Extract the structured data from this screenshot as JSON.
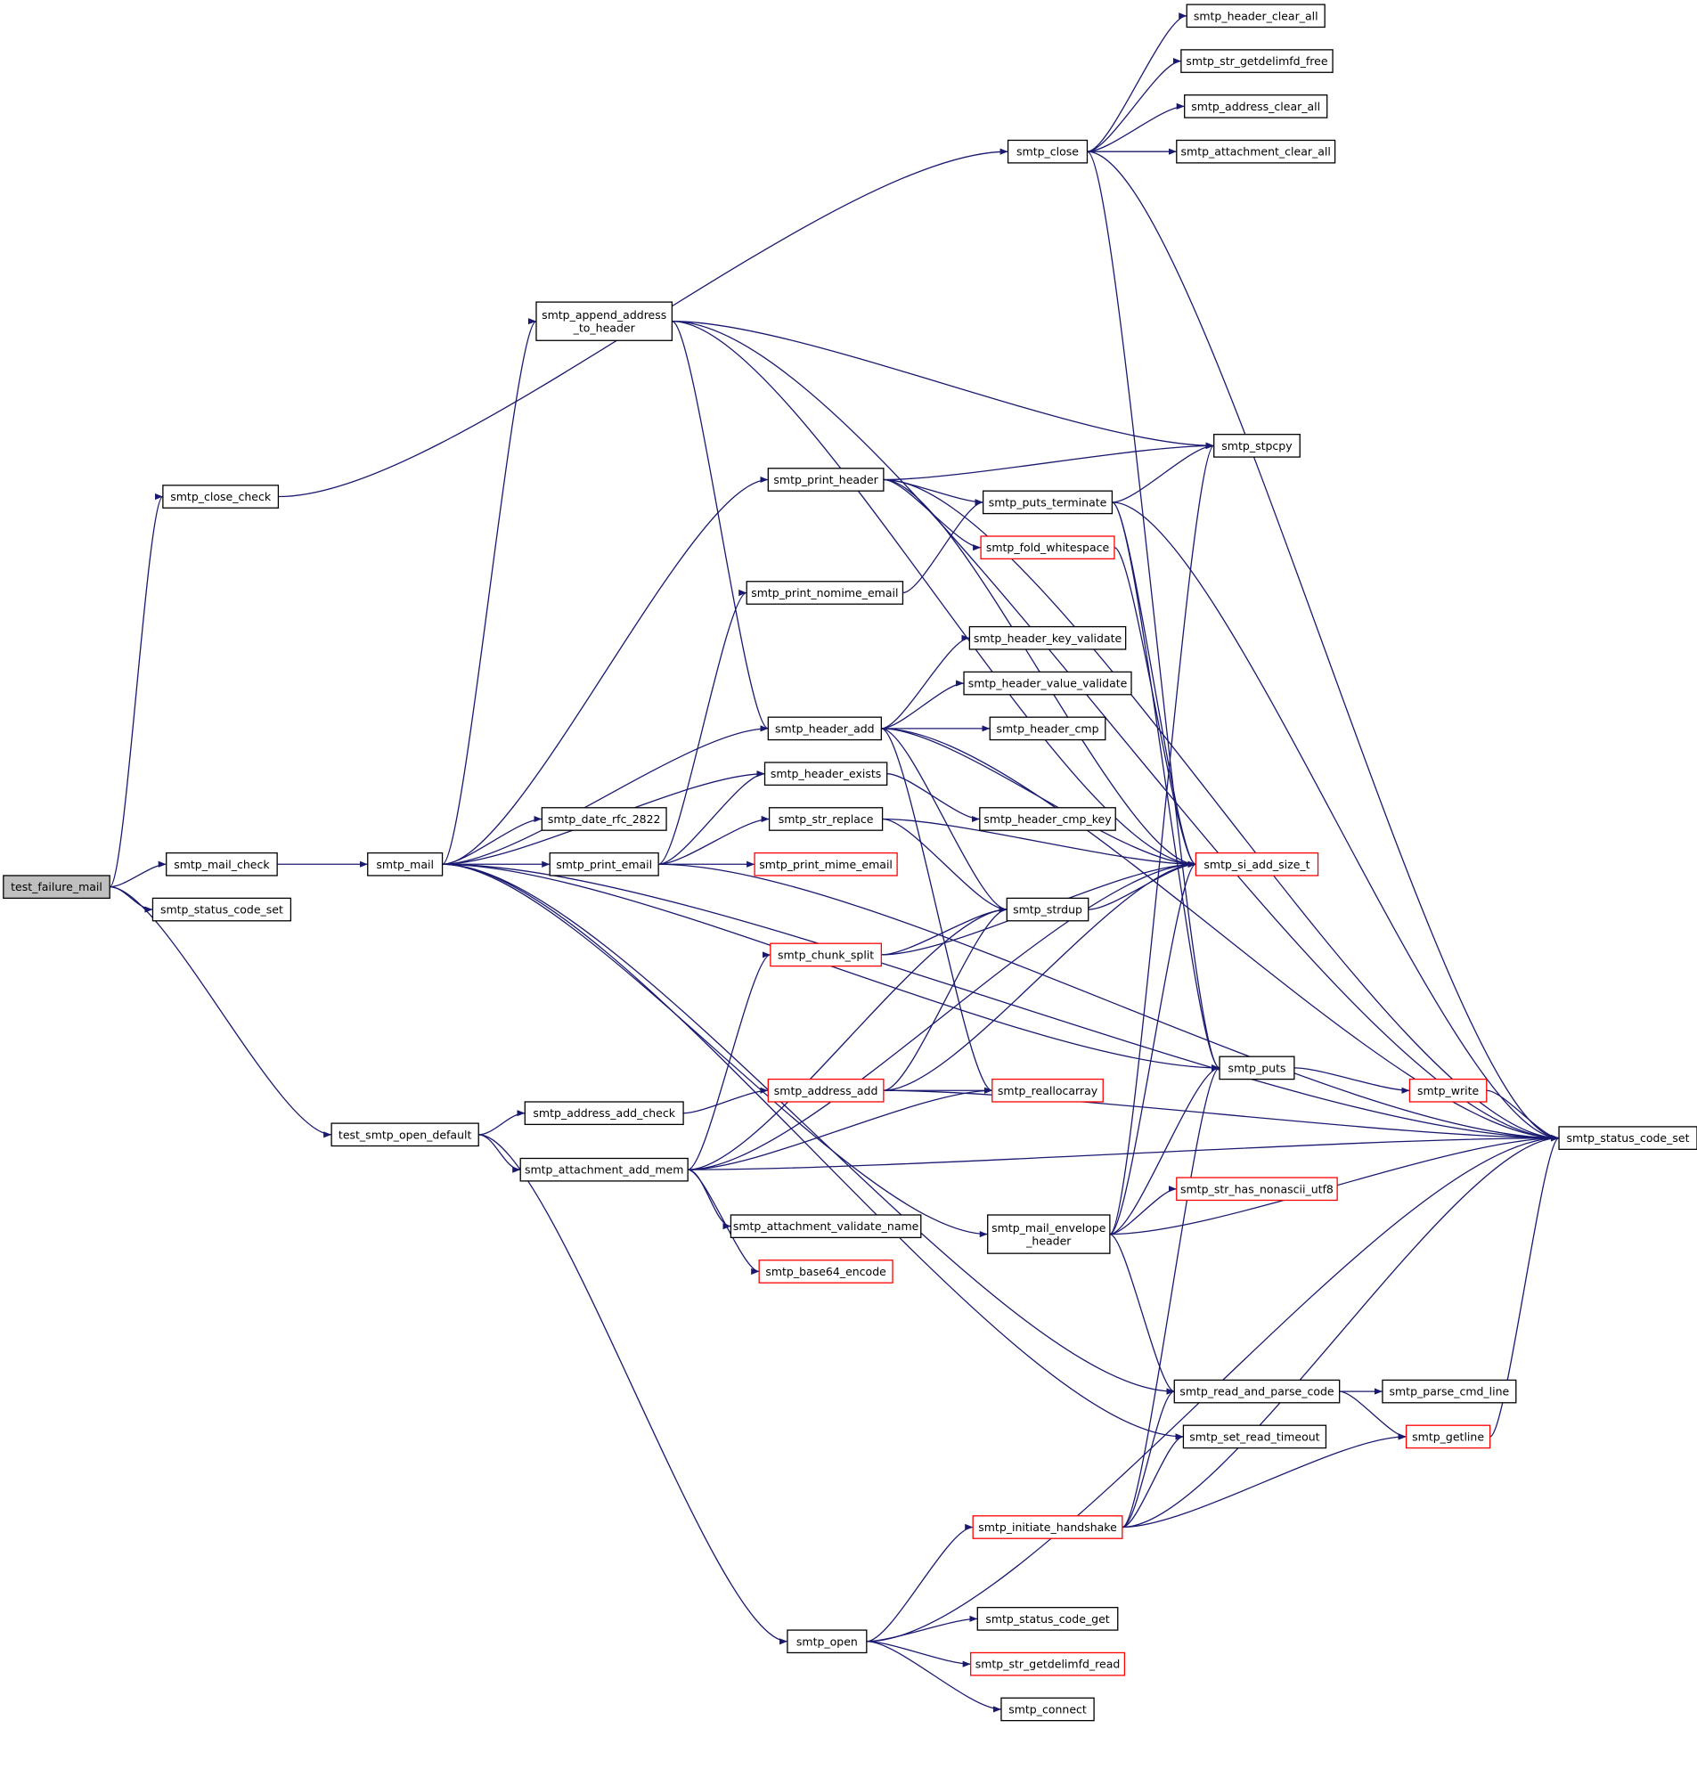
{
  "colors": {
    "edge": "#191970",
    "node_border": "#000000",
    "node_border_truncated": "#ff0000",
    "node_fill": "#ffffff",
    "root_fill": "#bfbfbf",
    "text": "#000000"
  },
  "nodes": [
    {
      "id": "test_failure_mail",
      "label": "test_failure_mail",
      "style": "root"
    },
    {
      "id": "smtp_close_check",
      "label": "smtp_close_check",
      "style": "normal"
    },
    {
      "id": "smtp_mail_check",
      "label": "smtp_mail_check",
      "style": "normal"
    },
    {
      "id": "smtp_status_code_set_a",
      "label": "smtp_status_code_set",
      "style": "normal"
    },
    {
      "id": "test_smtp_open_default",
      "label": "test_smtp_open_default",
      "style": "normal"
    },
    {
      "id": "smtp_mail",
      "label": "smtp_mail",
      "style": "normal"
    },
    {
      "id": "smtp_append_address_to_header",
      "label": "smtp_append_address\n_to_header",
      "style": "normal"
    },
    {
      "id": "smtp_date_rfc_2822",
      "label": "smtp_date_rfc_2822",
      "style": "normal"
    },
    {
      "id": "smtp_print_email",
      "label": "smtp_print_email",
      "style": "normal"
    },
    {
      "id": "smtp_address_add_check",
      "label": "smtp_address_add_check",
      "style": "normal"
    },
    {
      "id": "smtp_attachment_add_mem",
      "label": "smtp_attachment_add_mem",
      "style": "normal"
    },
    {
      "id": "smtp_close",
      "label": "smtp_close",
      "style": "normal"
    },
    {
      "id": "smtp_print_header",
      "label": "smtp_print_header",
      "style": "normal"
    },
    {
      "id": "smtp_print_nomime_email",
      "label": "smtp_print_nomime_email",
      "style": "normal"
    },
    {
      "id": "smtp_header_add",
      "label": "smtp_header_add",
      "style": "normal"
    },
    {
      "id": "smtp_header_exists",
      "label": "smtp_header_exists",
      "style": "normal"
    },
    {
      "id": "smtp_str_replace",
      "label": "smtp_str_replace",
      "style": "normal"
    },
    {
      "id": "smtp_print_mime_email",
      "label": "smtp_print_mime_email",
      "style": "truncated"
    },
    {
      "id": "smtp_chunk_split",
      "label": "smtp_chunk_split",
      "style": "truncated"
    },
    {
      "id": "smtp_address_add",
      "label": "smtp_address_add",
      "style": "truncated"
    },
    {
      "id": "smtp_attachment_validate_name",
      "label": "smtp_attachment_validate_name",
      "style": "normal"
    },
    {
      "id": "smtp_base64_encode",
      "label": "smtp_base64_encode",
      "style": "truncated"
    },
    {
      "id": "smtp_open",
      "label": "smtp_open",
      "style": "normal"
    },
    {
      "id": "smtp_puts_terminate",
      "label": "smtp_puts_terminate",
      "style": "normal"
    },
    {
      "id": "smtp_fold_whitespace",
      "label": "smtp_fold_whitespace",
      "style": "truncated"
    },
    {
      "id": "smtp_header_key_validate",
      "label": "smtp_header_key_validate",
      "style": "normal"
    },
    {
      "id": "smtp_header_value_validate",
      "label": "smtp_header_value_validate",
      "style": "normal"
    },
    {
      "id": "smtp_header_cmp",
      "label": "smtp_header_cmp",
      "style": "normal"
    },
    {
      "id": "smtp_header_cmp_key",
      "label": "smtp_header_cmp_key",
      "style": "normal"
    },
    {
      "id": "smtp_strdup",
      "label": "smtp_strdup",
      "style": "normal"
    },
    {
      "id": "smtp_reallocarray",
      "label": "smtp_reallocarray",
      "style": "truncated"
    },
    {
      "id": "smtp_mail_envelope_header",
      "label": "smtp_mail_envelope\n_header",
      "style": "normal"
    },
    {
      "id": "smtp_initiate_handshake",
      "label": "smtp_initiate_handshake",
      "style": "truncated"
    },
    {
      "id": "smtp_status_code_get",
      "label": "smtp_status_code_get",
      "style": "normal"
    },
    {
      "id": "smtp_str_getdelimfd_read",
      "label": "smtp_str_getdelimfd_read",
      "style": "truncated"
    },
    {
      "id": "smtp_connect",
      "label": "smtp_connect",
      "style": "normal"
    },
    {
      "id": "smtp_header_clear_all",
      "label": "smtp_header_clear_all",
      "style": "normal"
    },
    {
      "id": "smtp_str_getdelimfd_free",
      "label": "smtp_str_getdelimfd_free",
      "style": "normal"
    },
    {
      "id": "smtp_address_clear_all",
      "label": "smtp_address_clear_all",
      "style": "normal"
    },
    {
      "id": "smtp_attachment_clear_all",
      "label": "smtp_attachment_clear_all",
      "style": "normal"
    },
    {
      "id": "smtp_stpcpy",
      "label": "smtp_stpcpy",
      "style": "normal"
    },
    {
      "id": "smtp_si_add_size_t",
      "label": "smtp_si_add_size_t",
      "style": "truncated"
    },
    {
      "id": "smtp_puts",
      "label": "smtp_puts",
      "style": "normal"
    },
    {
      "id": "smtp_str_has_nonascii_utf8",
      "label": "smtp_str_has_nonascii_utf8",
      "style": "truncated"
    },
    {
      "id": "smtp_read_and_parse_code",
      "label": "smtp_read_and_parse_code",
      "style": "normal"
    },
    {
      "id": "smtp_set_read_timeout",
      "label": "smtp_set_read_timeout",
      "style": "normal"
    },
    {
      "id": "smtp_write",
      "label": "smtp_write",
      "style": "truncated"
    },
    {
      "id": "smtp_parse_cmd_line",
      "label": "smtp_parse_cmd_line",
      "style": "normal"
    },
    {
      "id": "smtp_getline",
      "label": "smtp_getline",
      "style": "truncated"
    },
    {
      "id": "smtp_status_code_set",
      "label": "smtp_status_code_set",
      "style": "normal"
    }
  ],
  "edges": [
    [
      "test_failure_mail",
      "smtp_close_check"
    ],
    [
      "test_failure_mail",
      "smtp_mail_check"
    ],
    [
      "test_failure_mail",
      "smtp_status_code_set_a"
    ],
    [
      "test_failure_mail",
      "test_smtp_open_default"
    ],
    [
      "smtp_close_check",
      "smtp_close"
    ],
    [
      "smtp_mail_check",
      "smtp_mail"
    ],
    [
      "smtp_mail",
      "smtp_append_address_to_header"
    ],
    [
      "smtp_mail",
      "smtp_print_header"
    ],
    [
      "smtp_mail",
      "smtp_header_add"
    ],
    [
      "smtp_mail",
      "smtp_header_exists"
    ],
    [
      "smtp_mail",
      "smtp_date_rfc_2822"
    ],
    [
      "smtp_mail",
      "smtp_print_email"
    ],
    [
      "smtp_mail",
      "smtp_puts"
    ],
    [
      "smtp_mail",
      "smtp_mail_envelope_header"
    ],
    [
      "smtp_mail",
      "smtp_status_code_set"
    ],
    [
      "smtp_mail",
      "smtp_read_and_parse_code"
    ],
    [
      "smtp_mail",
      "smtp_set_read_timeout"
    ],
    [
      "smtp_append_address_to_header",
      "smtp_header_add"
    ],
    [
      "smtp_append_address_to_header",
      "smtp_stpcpy"
    ],
    [
      "smtp_append_address_to_header",
      "smtp_si_add_size_t"
    ],
    [
      "smtp_append_address_to_header",
      "smtp_status_code_set"
    ],
    [
      "smtp_close",
      "smtp_header_clear_all"
    ],
    [
      "smtp_close",
      "smtp_str_getdelimfd_free"
    ],
    [
      "smtp_close",
      "smtp_address_clear_all"
    ],
    [
      "smtp_close",
      "smtp_attachment_clear_all"
    ],
    [
      "smtp_close",
      "smtp_puts"
    ],
    [
      "smtp_close",
      "smtp_status_code_set"
    ],
    [
      "smtp_print_header",
      "smtp_stpcpy"
    ],
    [
      "smtp_print_header",
      "smtp_puts_terminate"
    ],
    [
      "smtp_print_header",
      "smtp_fold_whitespace"
    ],
    [
      "smtp_print_header",
      "smtp_si_add_size_t"
    ],
    [
      "smtp_print_header",
      "smtp_status_code_set"
    ],
    [
      "smtp_print_nomime_email",
      "smtp_puts_terminate"
    ],
    [
      "smtp_print_email",
      "smtp_print_nomime_email"
    ],
    [
      "smtp_print_email",
      "smtp_header_exists"
    ],
    [
      "smtp_print_email",
      "smtp_str_replace"
    ],
    [
      "smtp_print_email",
      "smtp_print_mime_email"
    ],
    [
      "smtp_print_email",
      "smtp_status_code_set"
    ],
    [
      "smtp_puts_terminate",
      "smtp_stpcpy"
    ],
    [
      "smtp_puts_terminate",
      "smtp_si_add_size_t"
    ],
    [
      "smtp_puts_terminate",
      "smtp_puts"
    ],
    [
      "smtp_puts_terminate",
      "smtp_status_code_set"
    ],
    [
      "smtp_fold_whitespace",
      "smtp_si_add_size_t"
    ],
    [
      "smtp_header_add",
      "smtp_header_key_validate"
    ],
    [
      "smtp_header_add",
      "smtp_header_value_validate"
    ],
    [
      "smtp_header_add",
      "smtp_header_cmp"
    ],
    [
      "smtp_header_add",
      "smtp_si_add_size_t"
    ],
    [
      "smtp_header_add",
      "smtp_strdup"
    ],
    [
      "smtp_header_add",
      "smtp_reallocarray"
    ],
    [
      "smtp_header_add",
      "smtp_status_code_set"
    ],
    [
      "smtp_header_exists",
      "smtp_header_cmp_key"
    ],
    [
      "smtp_str_replace",
      "smtp_si_add_size_t"
    ],
    [
      "smtp_str_replace",
      "smtp_strdup"
    ],
    [
      "smtp_strdup",
      "smtp_si_add_size_t"
    ],
    [
      "smtp_chunk_split",
      "smtp_strdup"
    ],
    [
      "smtp_chunk_split",
      "smtp_si_add_size_t"
    ],
    [
      "smtp_address_add",
      "smtp_strdup"
    ],
    [
      "smtp_address_add",
      "smtp_reallocarray"
    ],
    [
      "smtp_address_add",
      "smtp_si_add_size_t"
    ],
    [
      "smtp_address_add",
      "smtp_status_code_set"
    ],
    [
      "test_smtp_open_default",
      "smtp_address_add_check"
    ],
    [
      "test_smtp_open_default",
      "smtp_attachment_add_mem"
    ],
    [
      "test_smtp_open_default",
      "smtp_open"
    ],
    [
      "smtp_address_add_check",
      "smtp_address_add"
    ],
    [
      "smtp_attachment_add_mem",
      "smtp_strdup"
    ],
    [
      "smtp_attachment_add_mem",
      "smtp_chunk_split"
    ],
    [
      "smtp_attachment_add_mem",
      "smtp_reallocarray"
    ],
    [
      "smtp_attachment_add_mem",
      "smtp_si_add_size_t"
    ],
    [
      "smtp_attachment_add_mem",
      "smtp_attachment_validate_name"
    ],
    [
      "smtp_attachment_add_mem",
      "smtp_base64_encode"
    ],
    [
      "smtp_attachment_add_mem",
      "smtp_status_code_set"
    ],
    [
      "smtp_mail_envelope_header",
      "smtp_stpcpy"
    ],
    [
      "smtp_mail_envelope_header",
      "smtp_si_add_size_t"
    ],
    [
      "smtp_mail_envelope_header",
      "smtp_puts"
    ],
    [
      "smtp_mail_envelope_header",
      "smtp_str_has_nonascii_utf8"
    ],
    [
      "smtp_mail_envelope_header",
      "smtp_status_code_set"
    ],
    [
      "smtp_mail_envelope_header",
      "smtp_read_and_parse_code"
    ],
    [
      "smtp_puts",
      "smtp_write"
    ],
    [
      "smtp_write",
      "smtp_status_code_set"
    ],
    [
      "smtp_read_and_parse_code",
      "smtp_parse_cmd_line"
    ],
    [
      "smtp_read_and_parse_code",
      "smtp_getline"
    ],
    [
      "smtp_getline",
      "smtp_status_code_set"
    ],
    [
      "smtp_initiate_handshake",
      "smtp_read_and_parse_code"
    ],
    [
      "smtp_initiate_handshake",
      "smtp_set_read_timeout"
    ],
    [
      "smtp_initiate_handshake",
      "smtp_getline"
    ],
    [
      "smtp_initiate_handshake",
      "smtp_puts"
    ],
    [
      "smtp_initiate_handshake",
      "smtp_status_code_set"
    ],
    [
      "smtp_open",
      "smtp_initiate_handshake"
    ],
    [
      "smtp_open",
      "smtp_status_code_get"
    ],
    [
      "smtp_open",
      "smtp_str_getdelimfd_read"
    ],
    [
      "smtp_open",
      "smtp_connect"
    ],
    [
      "smtp_open",
      "smtp_status_code_set"
    ]
  ]
}
